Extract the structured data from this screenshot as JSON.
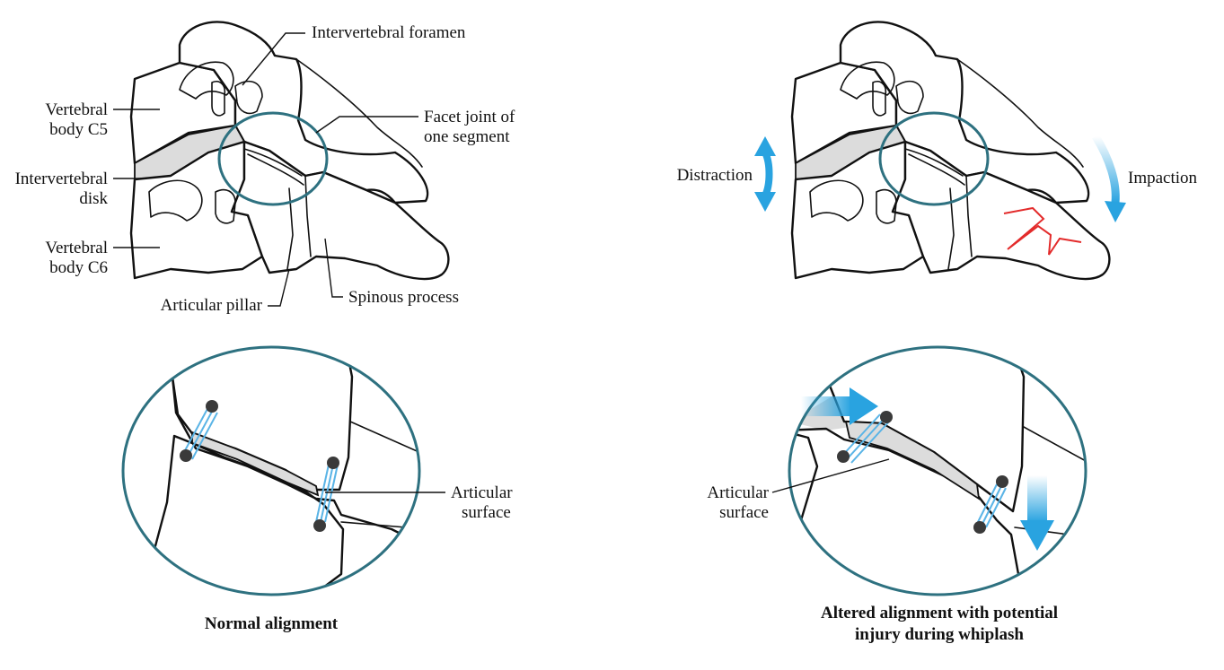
{
  "labels": {
    "intervertebral_foramen": "Intervertebral foramen",
    "vertebral_body_c5_line1": "Vertebral",
    "vertebral_body_c5_line2": "body C5",
    "facet_joint_line1": "Facet joint of",
    "facet_joint_line2": "one segment",
    "intervertebral_disk_line1": "Intervertebral",
    "intervertebral_disk_line2": "disk",
    "vertebral_body_c6_line1": "Vertebral",
    "vertebral_body_c6_line2": "body C6",
    "articular_pillar": "Articular pillar",
    "spinous_process": "Spinous process",
    "distraction": "Distraction",
    "impaction": "Impaction",
    "articular_surface_left_line1": "Articular",
    "articular_surface_left_line2": "surface",
    "articular_surface_right_line1": "Articular",
    "articular_surface_right_line2": "surface"
  },
  "captions": {
    "normal": "Normal alignment",
    "altered_line1": "Altered alignment with potential",
    "altered_line2": "injury during whiplash"
  },
  "colors": {
    "highlight_circle": "#2e7180",
    "force_arrow": "#29a3e0",
    "injury_line": "#e32b2b",
    "disk_fill": "#dcdcdc"
  }
}
